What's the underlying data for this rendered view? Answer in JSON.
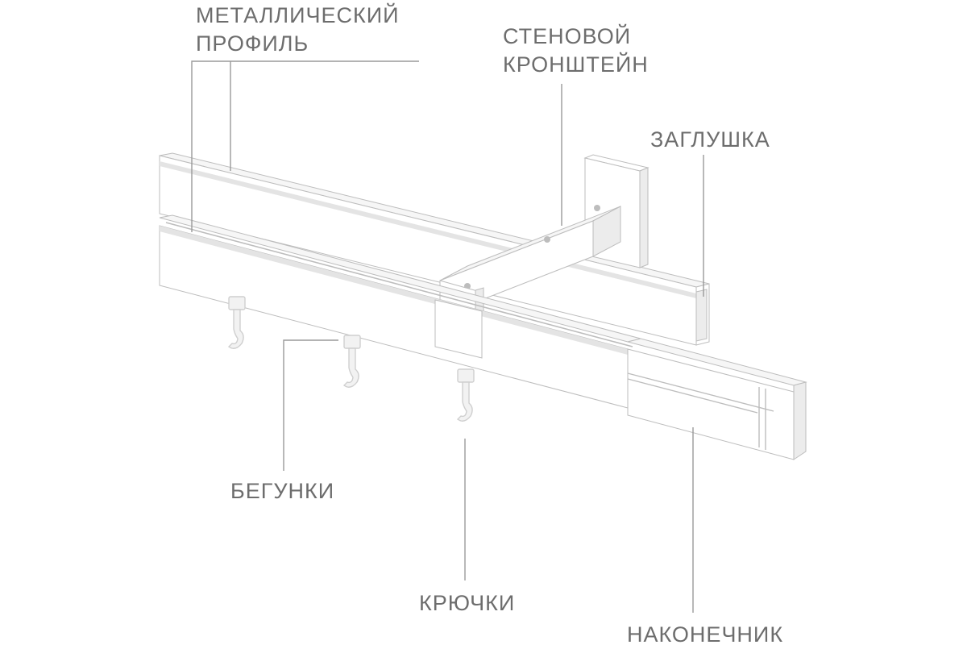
{
  "colors": {
    "background": "#ffffff",
    "label_text": "#6d6d6d",
    "leader_line": "#9a9a9a",
    "rail_top_face": "#f6f6f6",
    "rail_front_face": "#ffffff",
    "rail_shadow": "#e4e4e4",
    "rail_groove": "#bdbdbd",
    "bracket_face": "#ffffff",
    "bracket_side": "#ececec",
    "hook_color": "#f2f2f2",
    "hook_outline": "#cfcfcf"
  },
  "labels": {
    "metal_profile_line1": "МЕТАЛЛИЧЕСКИЙ",
    "metal_profile_line2": "ПРОФИЛЬ",
    "wall_bracket_line1": "СТЕНОВОЙ",
    "wall_bracket_line2": "КРОНШТЕЙН",
    "end_plug": "ЗАГЛУШКА",
    "runners": "БЕГУНКИ",
    "hooks": "КРЮЧКИ",
    "end_cap": "НАКОНЕЧНИК"
  },
  "icons": {
    "rail_system": "double-profile-curtain-rail-illustration",
    "runner": "curtain-runner-icon",
    "hook": "curtain-hook-icon"
  }
}
